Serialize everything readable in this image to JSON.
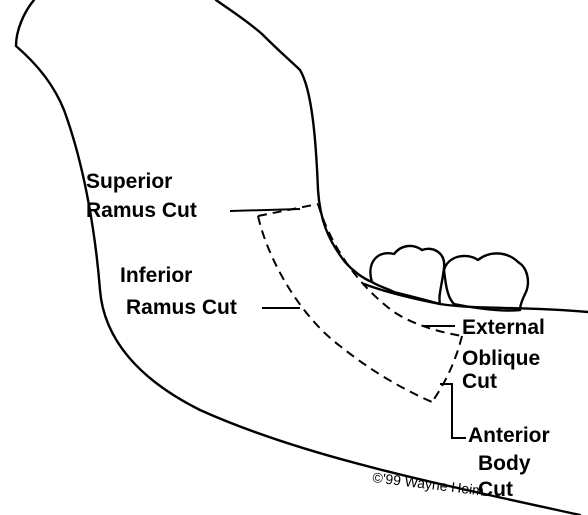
{
  "labels": {
    "superior_line1": "Superior",
    "superior_line2": "Ramus Cut",
    "inferior_line1": "Inferior",
    "inferior_line2": "Ramus Cut",
    "external_line1": "External",
    "external_line2": "Oblique",
    "external_line3": "Cut",
    "anterior_line1": "Anterior",
    "anterior_line2": "Body",
    "anterior_line3": "Cut"
  },
  "credit": "©'99 Wayne Heim"
}
